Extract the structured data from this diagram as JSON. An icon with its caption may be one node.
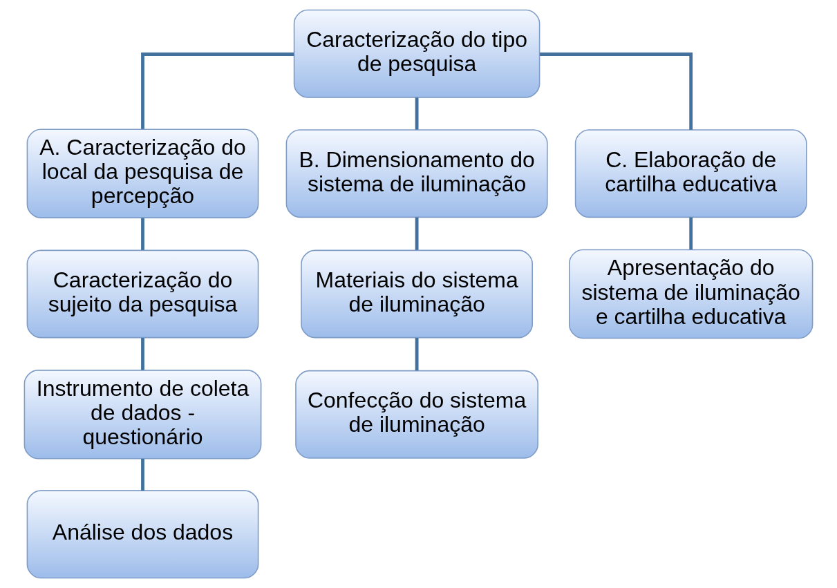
{
  "diagram": {
    "nodes": [
      {
        "text": [
          "Caracterização do tipo de pesquisa"
        ]
      },
      {
        "text": [
          "A. Caracterização do local da pesquisa de percepção"
        ]
      },
      {
        "text": [
          "B. Dimensionamento do sistema de iluminação"
        ]
      },
      {
        "text": [
          "C. Elaboração de cartilha educativa"
        ]
      },
      {
        "text": [
          "Caracterização do sujeito da pesquisa"
        ]
      },
      {
        "text": [
          "Materiais do sistema de iluminação"
        ]
      },
      {
        "text": [
          "Apresentação do sistema de iluminação e cartilha educativa"
        ]
      },
      {
        "text": [
          "Instrumento de coleta de dados - questionário"
        ]
      },
      {
        "text": [
          "Confecção do sistema de iluminação"
        ]
      },
      {
        "text": [
          "Análise dos dados"
        ]
      }
    ],
    "edges": [
      {
        "from": 0,
        "to": 1,
        "arrow": "none"
      },
      {
        "from": 0,
        "to": 2,
        "arrow": "none"
      },
      {
        "from": 0,
        "to": 3,
        "arrow": "none"
      },
      {
        "from": 1,
        "to": 4,
        "arrow": "none"
      },
      {
        "from": 4,
        "to": 7,
        "arrow": "none"
      },
      {
        "from": 7,
        "to": 9,
        "arrow": "none"
      },
      {
        "from": 2,
        "to": 5,
        "arrow": "none"
      },
      {
        "from": 5,
        "to": 8,
        "arrow": "none"
      },
      {
        "from": 3,
        "to": 6,
        "arrow": "none"
      }
    ]
  }
}
